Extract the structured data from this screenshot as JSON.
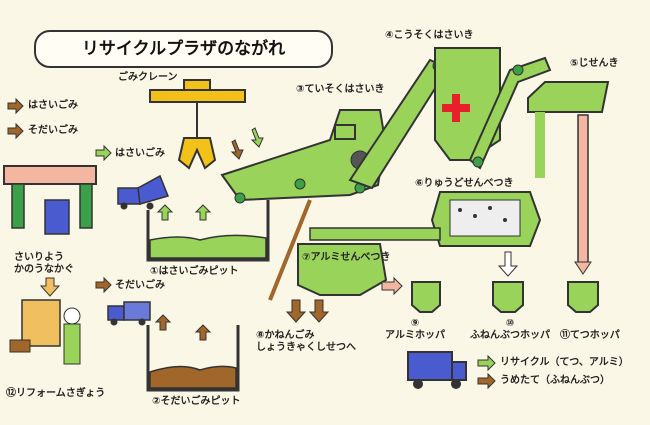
{
  "title": "リサイクルプラザのながれ",
  "legend": {
    "burnable": "はさいごみ",
    "bulky": "そだいごみ"
  },
  "labels": {
    "crane": "ごみクレーン",
    "inflow_burnable": "はさいごみ",
    "inflow_bulky": "そだいごみ",
    "pit1": "①はさいごみピット",
    "pit2": "②そだいごみピット",
    "crusher_low": "③ていそくはさいき",
    "crusher_high": "④こうそくはさいき",
    "magnet": "⑤じせんき",
    "sorter_flow": "⑥りゅうどせんべつき",
    "sorter_al": "⑦アルミせんべつき",
    "hopper_metal_facility": "⑧かねんごみ\nしょうきゃくしせつへ",
    "hopper_al": "⑨\nアルミホッパ",
    "hopper_nonburn": "⑩\nふねんぶつホッパ",
    "hopper_iron": "⑪てつホッパ",
    "reform": "⑫リフォームさぎょう",
    "repair": "さいりよう\nかのうなかぐ"
  },
  "destinations": {
    "recycle": "リサイクル（てつ、アルミ）",
    "landfill": "うめたて（ふねんぶつ）"
  },
  "colors": {
    "machine_green": "#9ad35a",
    "arrow_brown": "#a0662a",
    "outline": "#333333",
    "hopper_bg": "#f3b6a0",
    "crane_yellow": "#f2c21b",
    "red_rotor": "#e8202a"
  }
}
